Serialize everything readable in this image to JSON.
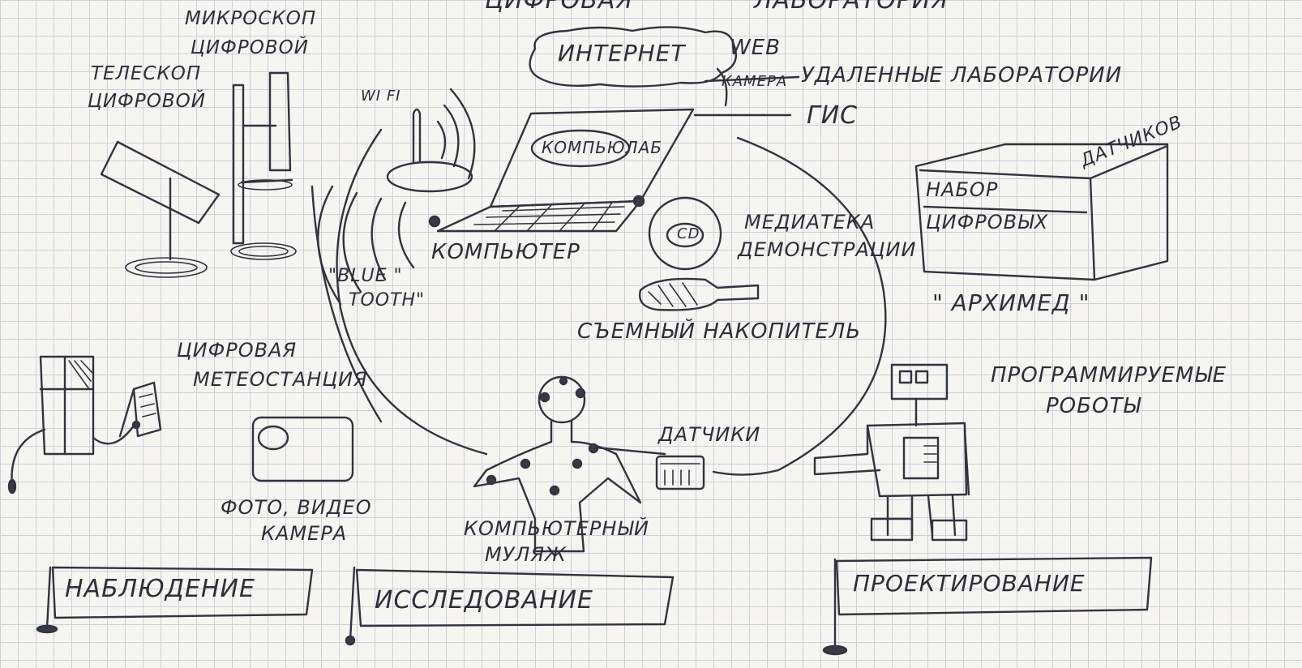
{
  "header": {
    "left": "ЦИФРОВАЯ",
    "right": "ЛАБОРАТОРИЯ"
  },
  "labels": {
    "microscope": [
      "МИКРОСКОП",
      "ЦИФРОВОЙ"
    ],
    "telescope": [
      "ТЕЛЕСКОП",
      "ЦИФРОВОЙ"
    ],
    "internet": "ИНТЕРНЕТ",
    "web": "WEB",
    "camera": "КАМЕРА",
    "remote_labs": "УДАЛЕННЫЕ ЛАБОРАТОРИИ",
    "gis": "ГИС",
    "wifi": "WI FI",
    "compulab": "КОМПЬЮЛАБ",
    "computer": "КОМПЬЮТЕР",
    "cd": "CD",
    "media": [
      "МЕДИАТЕКА",
      "ДЕМОНСТРАЦИИ"
    ],
    "bluetooth": [
      "\"BLUE \"",
      "TOOTH\""
    ],
    "removable": "СЪЕМНЫЙ НАКОПИТЕЛЬ",
    "sensor_set": [
      "НАБОР",
      "ЦИФРОВЫХ"
    ],
    "sensors_side": "ДАТЧИКОВ",
    "archimedes": "\" АРХИМЕД \"",
    "weather": [
      "ЦИФРОВАЯ",
      "МЕТЕОСТАНЦИЯ"
    ],
    "robots": [
      "ПРОГРАММИРУЕМЫЕ",
      "РОБОТЫ"
    ],
    "sensors": "ДАТЧИКИ",
    "photo_video": [
      "ФОТО, ВИДЕО",
      "КАМЕРА"
    ],
    "dummy": [
      "КОМПЬЮТЕРНЫЙ",
      "МУЛЯЖ"
    ]
  },
  "banners": {
    "observation": "НАБЛЮДЕНИЕ",
    "research": "ИССЛЕДОВАНИЕ",
    "design": "ПРОЕКТИРОВАНИЕ"
  },
  "colors": {
    "paper": "#f6f5f2",
    "grid": "#c9d2d8",
    "ink": "#33333d"
  }
}
